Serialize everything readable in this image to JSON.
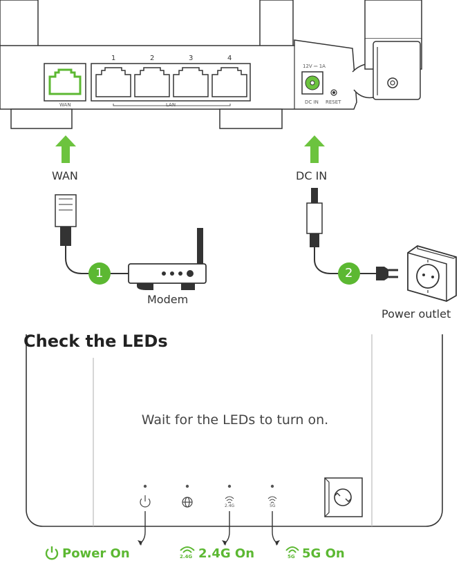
{
  "router_panel": {
    "port_numbers": [
      "1",
      "2",
      "3",
      "4"
    ],
    "wan_port_label": "WAN",
    "lan_group_label": "LAN",
    "power_rating": "12V ⎓ 1A",
    "dc_in_port_label": "DC IN",
    "reset_label": "RESET"
  },
  "connections": {
    "wan_label": "WAN",
    "dc_in_label": "DC IN",
    "step1_number": "1",
    "step2_number": "2",
    "modem_label": "Modem",
    "power_outlet_label": "Power outlet"
  },
  "led_section": {
    "title": "Check the LEDs",
    "instruction": "Wait for the LEDs to turn on.",
    "led_24g_small": "2.4G",
    "led_5g_small": "5G",
    "status_power": "Power On",
    "status_24g": "2.4G On",
    "status_5g": "5G On",
    "icon_24g_tag": "2.4G",
    "icon_5g_tag": "5G"
  },
  "colors": {
    "accent_green": "#5cb832",
    "outline": "#333333",
    "light_line": "#b5b5b5"
  }
}
